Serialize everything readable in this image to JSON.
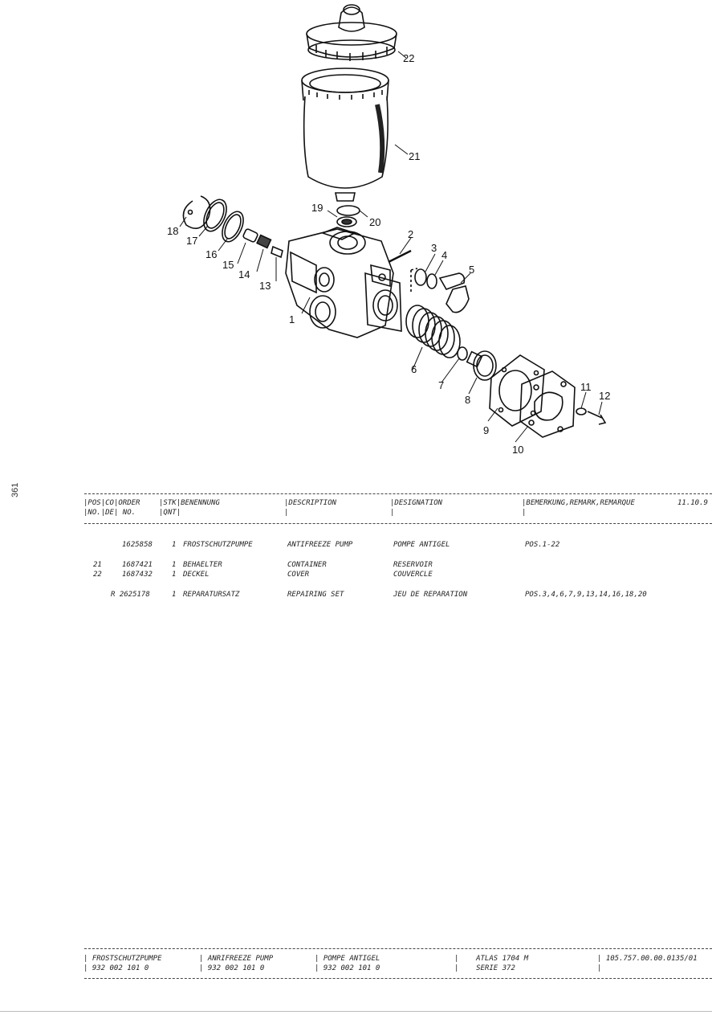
{
  "page_number": "361",
  "callouts": [
    "1",
    "2",
    "3",
    "4",
    "5",
    "6",
    "7",
    "8",
    "9",
    "10",
    "11",
    "12",
    "13",
    "14",
    "15",
    "16",
    "17",
    "18",
    "19",
    "20",
    "21",
    "22"
  ],
  "table": {
    "headers": {
      "pos": "POS",
      "pos2": "NO.",
      "co": "CO",
      "co2": "DE",
      "order": "ORDER",
      "order2": "NO.",
      "stk": "STK",
      "stk2": "QNT",
      "benennung": "BENENNUNG",
      "description": "DESCRIPTION",
      "designation": "DESIGNATION",
      "bemerkung": "BEMERKUNG,REMARK,REMARQUE",
      "date": "11.10.9"
    },
    "rows": [
      {
        "pos": "",
        "order": "1625858",
        "stk": "1",
        "benennung": "FROSTSCHUTZPUMPE",
        "description": "ANTIFREEZE PUMP",
        "designation": "POMPE ANTIGEL",
        "remark": "POS.1-22"
      },
      {
        "pos": "21",
        "order": "1687421",
        "stk": "1",
        "benennung": "BEHAELTER",
        "description": "CONTAINER",
        "designation": "RESERVOIR",
        "remark": ""
      },
      {
        "pos": "22",
        "order": "1687432",
        "stk": "1",
        "benennung": "DECKEL",
        "description": "COVER",
        "designation": "COUVERCLE",
        "remark": ""
      },
      {
        "pos": "",
        "order": "R 2625178",
        "stk": "1",
        "benennung": "REPARATURSATZ",
        "description": "REPAIRING SET",
        "designation": "JEU DE REPARATION",
        "remark": "POS.3,4,6,7,9,13,14,16,18,20"
      }
    ]
  },
  "footer": {
    "de_name": "FROSTSCHUTZPUMPE",
    "de_no": "932 002 101 0",
    "en_name": "ANRIFREEZE PUMP",
    "en_no": "932 002 101 0",
    "fr_name": "POMPE ANTIGEL",
    "fr_no": "932 002 101 0",
    "model": "ATLAS 1704 M",
    "series": "SERIE 372",
    "doc_no": "105.757.00.00.0135/01"
  }
}
